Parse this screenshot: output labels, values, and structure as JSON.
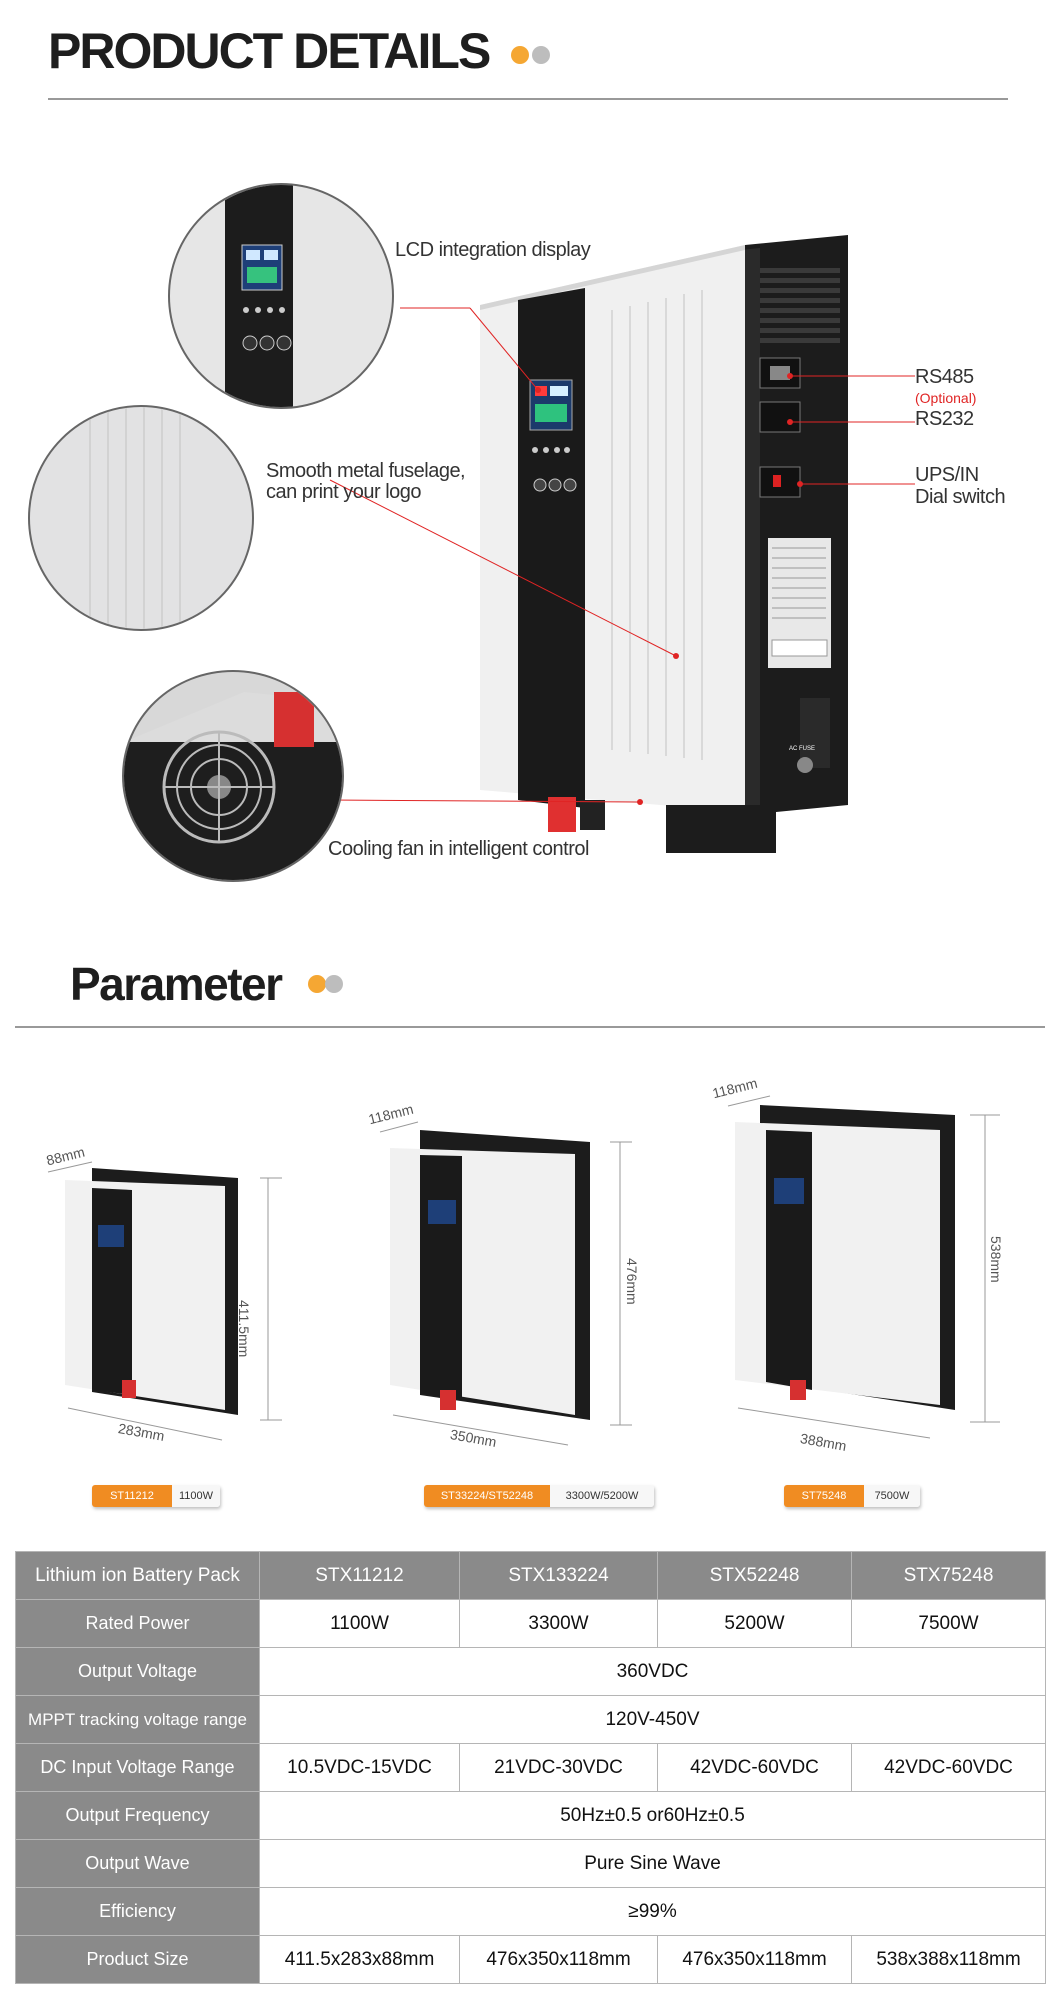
{
  "details": {
    "title": "PRODUCT DETAILS",
    "callouts": {
      "lcd": "LCD integration display",
      "metal_line1": "Smooth metal fuselage,",
      "metal_line2": "can print your logo",
      "fan": "Cooling fan in intelligent control",
      "rs485": "RS485",
      "optional": "(Optional)",
      "rs232": "RS232",
      "ups_line1": "UPS/IN",
      "ups_line2": "Dial switch"
    },
    "device_label": "AC FUSE"
  },
  "parameter": {
    "title": "Parameter",
    "models": [
      {
        "depth": "88mm",
        "height": "411.5mm",
        "width": "283mm",
        "tag_model": "ST11212",
        "tag_power": "1100W"
      },
      {
        "depth": "118mm",
        "height": "476mm",
        "width": "350mm",
        "tag_model": "ST33224/ST52248",
        "tag_power": "3300W/5200W"
      },
      {
        "depth": "118mm",
        "height": "538mm",
        "width": "388mm",
        "tag_model": "ST75248",
        "tag_power": "7500W"
      }
    ]
  },
  "table": {
    "header": [
      "Lithium ion Battery Pack",
      "STX11212",
      "STX133224",
      "STX52248",
      "STX75248"
    ],
    "rated_power": {
      "label": "Rated Power",
      "values": [
        "1100W",
        "3300W",
        "5200W",
        "7500W"
      ]
    },
    "output_voltage": {
      "label": "Output Voltage",
      "value": "360VDC"
    },
    "mppt": {
      "label": "MPPT tracking voltage range",
      "value": "120V-450V"
    },
    "dc_input": {
      "label": "DC Input Voltage Range",
      "values": [
        "10.5VDC-15VDC",
        "21VDC-30VDC",
        "42VDC-60VDC",
        "42VDC-60VDC"
      ]
    },
    "output_frequency": {
      "label": "Output Frequency",
      "value": "50Hz±0.5 or60Hz±0.5"
    },
    "output_wave": {
      "label": "Output Wave",
      "value": "Pure Sine Wave"
    },
    "efficiency": {
      "label": "Efficiency",
      "value": "≥99%"
    },
    "product_size": {
      "label": "Product Size",
      "values": [
        "411.5x283x88mm",
        "476x350x118mm",
        "476x350x118mm",
        "538x388x118mm"
      ]
    }
  },
  "colors": {
    "accent_orange": "#f5a733",
    "dot_gray": "#bdbdbd",
    "table_header": "#8a8a8a",
    "callout_red": "#e02424"
  }
}
